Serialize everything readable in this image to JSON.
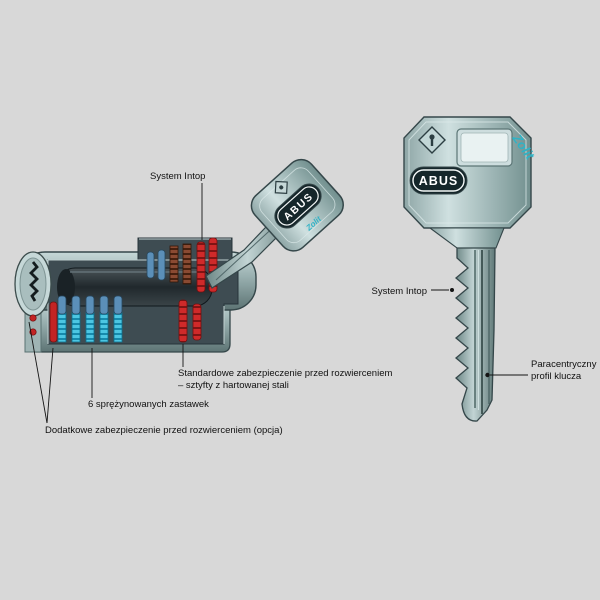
{
  "page": {
    "background": "#d8d8d8"
  },
  "diagram": {
    "labels": {
      "system_intop": "System Intop",
      "standard_protection_line1": "Standardowe zabezpieczenie przed rozwierceniem",
      "standard_protection_line2": "– sztyfty z hartowanej stali",
      "spring_tumblers": "6 sprężynowanych zastawek",
      "additional_protection": "Dodatkowe zabezpieczenie przed rozwierceniem (opcja)",
      "paracentric_line1": "Paracentryczny",
      "paracentric_line2": "profil klucza"
    },
    "bow": {
      "brand": "ABUS",
      "series": "Zolit"
    },
    "key": {
      "brand": "ABUS",
      "series": "Zolit"
    },
    "colors": {
      "background": "#d8d8d8",
      "metal": "#9fb6b6",
      "anti_drill_pin": "#cc2626",
      "spring_cyan": "#49c4e0",
      "pin_blue": "#5b8fb8",
      "brand_badge": "#15262a",
      "series_text": "#2fb3c6"
    }
  }
}
